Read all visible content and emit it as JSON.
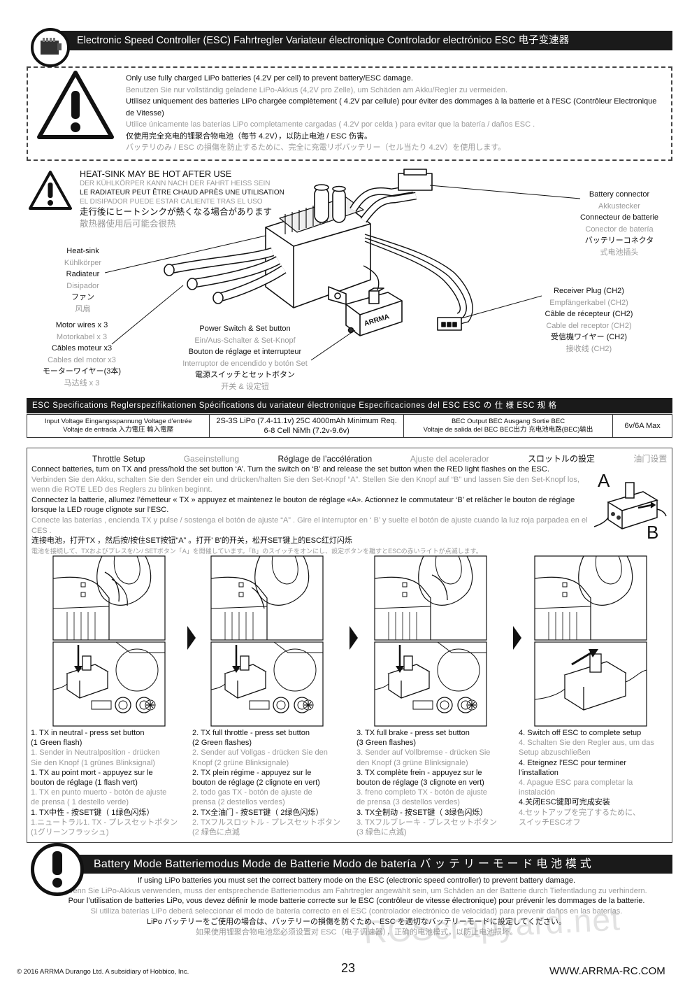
{
  "header": {
    "title": "Electronic Speed Controller (ESC)   Fahrtregler   Variateur électronique   Controlador electrónico   ESC   电子变速器"
  },
  "battery_warning": {
    "lines": [
      {
        "text": "Only use fully charged LiPo batteries (4.2V per cell) to prevent battery/ESC damage.",
        "tone": "black"
      },
      {
        "text": "Benutzen Sie nur vollständig geladene LiPo-Akkus (4,2V pro Zelle), um Schäden am Akku/Regler zu vermeiden.",
        "tone": "gray"
      },
      {
        "text": "Utilisez uniquement des batteries LiPo  chargée complètement  ( 4.2V par cellule) pour éviter des dommages à la batterie et à l’ESC (Contrôleur Electronique de Vitesse)",
        "tone": "black"
      },
      {
        "text": "Utilice únicamente las baterías LiPo completamente cargadas ( 4.2V por celda ) para evitar que la batería / daños ESC .",
        "tone": "gray"
      },
      {
        "text": "仅使用完全充电的锂聚合物电池（每节 4.2V），以防止电池 / ESC 伤害。",
        "tone": "black"
      },
      {
        "text": "バッテリのみ / ESC の損傷を防止するために、完全に充電リポバッテリー（セル当たり 4.2V）を使用します。",
        "tone": "gray"
      }
    ]
  },
  "heat_warning": {
    "lines": [
      {
        "text": "HEAT-SINK MAY BE HOT AFTER USE",
        "tone": "black"
      },
      {
        "text": "DER KÜHLKÖRPER KANN NACH DER FAHRT HEISS SEIN",
        "tone": "gray"
      },
      {
        "text": "LE RADIATEUR PEUT ÊTRE CHAUD APRÈS UNE UTILISATION",
        "tone": "black"
      },
      {
        "text": "EL DISIPADOR PUEDE ESTAR CALIENTE TRAS EL USO",
        "tone": "gray"
      },
      {
        "text": "走行後にヒートシンクが熱くなる場合があります",
        "tone": "black"
      },
      {
        "text": "散热器使用后可能会很热",
        "tone": "gray"
      }
    ]
  },
  "callouts": {
    "heat_sink": [
      "Heat-sink",
      "Kühlkörper",
      "Radiateur",
      "Disipador",
      "ファン",
      "风扇"
    ],
    "motor_wires": [
      "Motor wires x 3",
      "Motorkabel x 3",
      "Câbles moteur x3",
      "Cables del motor x3",
      "モーターワイヤー(3本)",
      "马达线 x 3"
    ],
    "power_switch": [
      "Power Switch & Set button",
      "Ein/Aus-Schalter & Set-Knopf",
      "Bouton de réglage et interrupteur",
      "Interruptor de encendido y botón Set",
      "電源スイッチとセットボタン",
      "开关 & 设定钮"
    ],
    "battery_connector": [
      "Battery connector",
      "Akkustecker",
      "Connecteur de batterie",
      "Conector de batería",
      "バッテリーコネクタ",
      "式电池插头"
    ],
    "receiver_plug": [
      "Receiver Plug (CH2)",
      "Empfängerkabel (CH2)",
      "Câble de récepteur (CH2)",
      "Cable del receptor (CH2)",
      "受信機ワイヤー (CH2)",
      "接收线 (CH2)"
    ]
  },
  "esc_brand": "ARRMA",
  "specs": {
    "bar": "ESC Specifications    Reglerspezifikationen    Spécifications du variateur électronique    Especificaciones del ESC    ESC の 仕 様    ESC 规 格",
    "input_label_1": "Input Voltage   Eingangsspannung   Voltage d’entrée",
    "input_label_2": "Voltaje de entrada     入力電圧   輸入電壓",
    "input_value_1": "2S-3S LiPo (7.4-11.1v) 25C 4000mAh Minimum Req.",
    "input_value_2": "6-8 Cell NiMh (7.2v-9.6v)",
    "bec_label_1": "BEC Output   BEC Ausgang   Sortie BEC",
    "bec_label_2": "Voltaje de salida del BEC   BEC出力   充电池电路(BEC)输出",
    "bec_value": "6v/6A Max"
  },
  "throttle": {
    "headings": [
      {
        "text": "Throttle Setup",
        "tone": "black"
      },
      {
        "text": "Gaseinstellung",
        "tone": "gray"
      },
      {
        "text": "Réglage de l’accélération",
        "tone": "black"
      },
      {
        "text": "Ajuste del acelerador",
        "tone": "gray"
      },
      {
        "text": "スロットルの設定",
        "tone": "black"
      },
      {
        "text": "油门设置",
        "tone": "gray"
      }
    ],
    "intro": [
      {
        "text": "Connect batteries, turn on TX and press/hold the set button ‘A’. Turn the switch on ‘B’ and release the set button when the RED light flashes on the ESC.",
        "tone": "black"
      },
      {
        "text": "Verbinden Sie den Akku, schalten Sie den Sender ein und drücken/halten Sie den Set-Knopf “A”. Stellen Sie den Knopf auf “B” und lassen Sie den Set-Knopf los, wenn die ROTE LED des Reglers zu blinken beginnt.",
        "tone": "gray"
      },
      {
        "text": "Connectez la batterie, allumez l’émetteur « TX »  appuyez et maintenez le bouton de réglage «A». Actionnez le commutateur ‘B’ et relâcher le bouton de réglage lorsque la LED  rouge clignote sur l’ESC.",
        "tone": "black"
      },
      {
        "text": "Conecte las baterías , encienda TX y pulse / sostenga el botón de ajuste “A” . Gire el interruptor en ‘ B’ y suelte el botón de ajuste cuando la luz roja parpadea en el CES .",
        "tone": "gray"
      },
      {
        "text": "连接电池，打开TX ，然后按/按住SET按钮“A” 。打开' B'的开关，松开SET键上的ESC红灯闪烁",
        "tone": "black"
      },
      {
        "text": "電池を接続して、TXおよびプレスを/ン/ SETボタン「A」を開催しています。「B」のスイッチをオンにし、設定ボタンを離すとESCの赤いライトが点滅します。",
        "tone": "gray"
      }
    ],
    "inset_a": "A",
    "inset_b": "B",
    "steps": [
      {
        "lines": [
          {
            "text": "1. TX in neutral - press set button",
            "tone": "black"
          },
          {
            "text": "    (1 Green flash)",
            "tone": "black"
          },
          {
            "text": "1. Sender in Neutralposition - drücken",
            "tone": "gray"
          },
          {
            "text": "    Sie den Knopf (1 grünes Blinksignal)",
            "tone": "gray"
          },
          {
            "text": "1. TX au point mort - appuyez sur le",
            "tone": "black"
          },
          {
            "text": "    bouton de réglage (1 flash vert)",
            "tone": "black"
          },
          {
            "text": "1. TX en punto muerto - botón de ajuste",
            "tone": "gray"
          },
          {
            "text": "    de prensa ( 1 destello verde)",
            "tone": "gray"
          },
          {
            "text": "1. TX中性 - 按SET键（ 1绿色闪烁）",
            "tone": "black"
          },
          {
            "text": "1.ニュートラル1. TX - プレスセットボタン",
            "tone": "gray"
          },
          {
            "text": "  (1グリーンフラッシュ)",
            "tone": "gray"
          }
        ]
      },
      {
        "lines": [
          {
            "text": "2. TX full throttle - press set button",
            "tone": "black"
          },
          {
            "text": "    (2 Green flashes)",
            "tone": "black"
          },
          {
            "text": "2. Sender auf Vollgas - drücken Sie den",
            "tone": "gray"
          },
          {
            "text": "    Knopf (2 grüne Blinksignale)",
            "tone": "gray"
          },
          {
            "text": "2. TX plein régime - appuyez sur le",
            "tone": "black"
          },
          {
            "text": "    bouton de réglage  (2 clignote en vert)",
            "tone": "black"
          },
          {
            "text": "2. todo gas TX - botón de ajuste de",
            "tone": "gray"
          },
          {
            "text": "    prensa (2 destellos verdes)",
            "tone": "gray"
          },
          {
            "text": "2. TX全油门 - 按SET键（ 2绿色闪烁）",
            "tone": "black"
          },
          {
            "text": "2. TXフルスロットル - プレスセットボタン",
            "tone": "gray"
          },
          {
            "text": "   (2  緑色に点滅",
            "tone": "gray"
          }
        ]
      },
      {
        "lines": [
          {
            "text": "3. TX full brake - press set button",
            "tone": "black"
          },
          {
            "text": "    (3 Green flashes)",
            "tone": "black"
          },
          {
            "text": "3. Sender auf Vollbremse - drücken Sie",
            "tone": "gray"
          },
          {
            "text": "    den Knopf (3 grüne Blinksignale)",
            "tone": "gray"
          },
          {
            "text": "3. TX complète frein - appuyez sur le",
            "tone": "black"
          },
          {
            "text": "    bouton de réglage (3 clignote en vert)",
            "tone": "black"
          },
          {
            "text": "3. freno completo TX - botón de ajuste",
            "tone": "gray"
          },
          {
            "text": "    de prensa (3 destellos verdes)",
            "tone": "gray"
          },
          {
            "text": "3. TX全制动 - 按SET键（ 3绿色闪烁）",
            "tone": "black"
          },
          {
            "text": "3. TXフルブレーキ - プレスセットボタン",
            "tone": "gray"
          },
          {
            "text": "   (3  緑色に点滅)",
            "tone": "gray"
          }
        ]
      },
      {
        "lines": [
          {
            "text": "4. Switch off ESC to complete setup",
            "tone": "black"
          },
          {
            "text": "4. Schalten Sie den Regler aus, um das",
            "tone": "gray"
          },
          {
            "text": "    Setup abzuschließen",
            "tone": "gray"
          },
          {
            "text": "4. Eteignez l’ESC pour terminer",
            "tone": "black"
          },
          {
            "text": "    l’installation",
            "tone": "black"
          },
          {
            "text": "4. Apague ESC para completar la",
            "tone": "gray"
          },
          {
            "text": "    instalación",
            "tone": "gray"
          },
          {
            "text": "4.关闭ESC键即可完成安装",
            "tone": "black"
          },
          {
            "text": "4.セットアップを完了するために、",
            "tone": "gray"
          },
          {
            "text": "   スイッチESCオフ",
            "tone": "gray"
          }
        ]
      }
    ]
  },
  "battery_mode": {
    "bar": "Battery Mode    Batteriemodus    Mode de Batterie    Modo de batería    バ ッ テ リ ー モ ー ド    电 池 模 式",
    "lines": [
      {
        "text": "If using LiPo batteries you must set the correct battery mode on the ESC (electronic speed controller) to prevent battery damage.",
        "tone": "black"
      },
      {
        "text": "Wenn Sie LiPo-Akkus verwenden, muss der entsprechende Batteriemodus am Fahrtregler angewählt sein, um Schäden an der Batterie durch Tiefentladung zu verhindern.",
        "tone": "gray"
      },
      {
        "text": "Pour l’utilisation de batteries LiPo, vous devez définir le mode batterie correcte sur le ESC (contrôleur de vitesse électronique) pour prévenir les dommages de la batterie.",
        "tone": "black"
      },
      {
        "text": "Si utiliza baterías LiPo deberá seleccionar el modo de batería correcto en el ESC (controlador electrónico de velocidad) para prevenir daños en las baterías.",
        "tone": "gray"
      },
      {
        "text": "LiPo バッテリーをご使用の場合は、バッテリーの損傷を防ぐため、ESC を適切なバッテリーモードに設定してください。",
        "tone": "black"
      },
      {
        "text": "如果使用锂聚合物电池您必须设置对 ESC（电子调速器），正确的电池模式，以防止电池损坏。",
        "tone": "gray"
      }
    ]
  },
  "footer": {
    "copyright": "© 2016 ARRMA Durango Ltd. A subsidiary of Hobbico, Inc.",
    "page": "23",
    "url": "WWW.ARRMA-RC.COM"
  },
  "watermark": "RCScrapyard.net"
}
